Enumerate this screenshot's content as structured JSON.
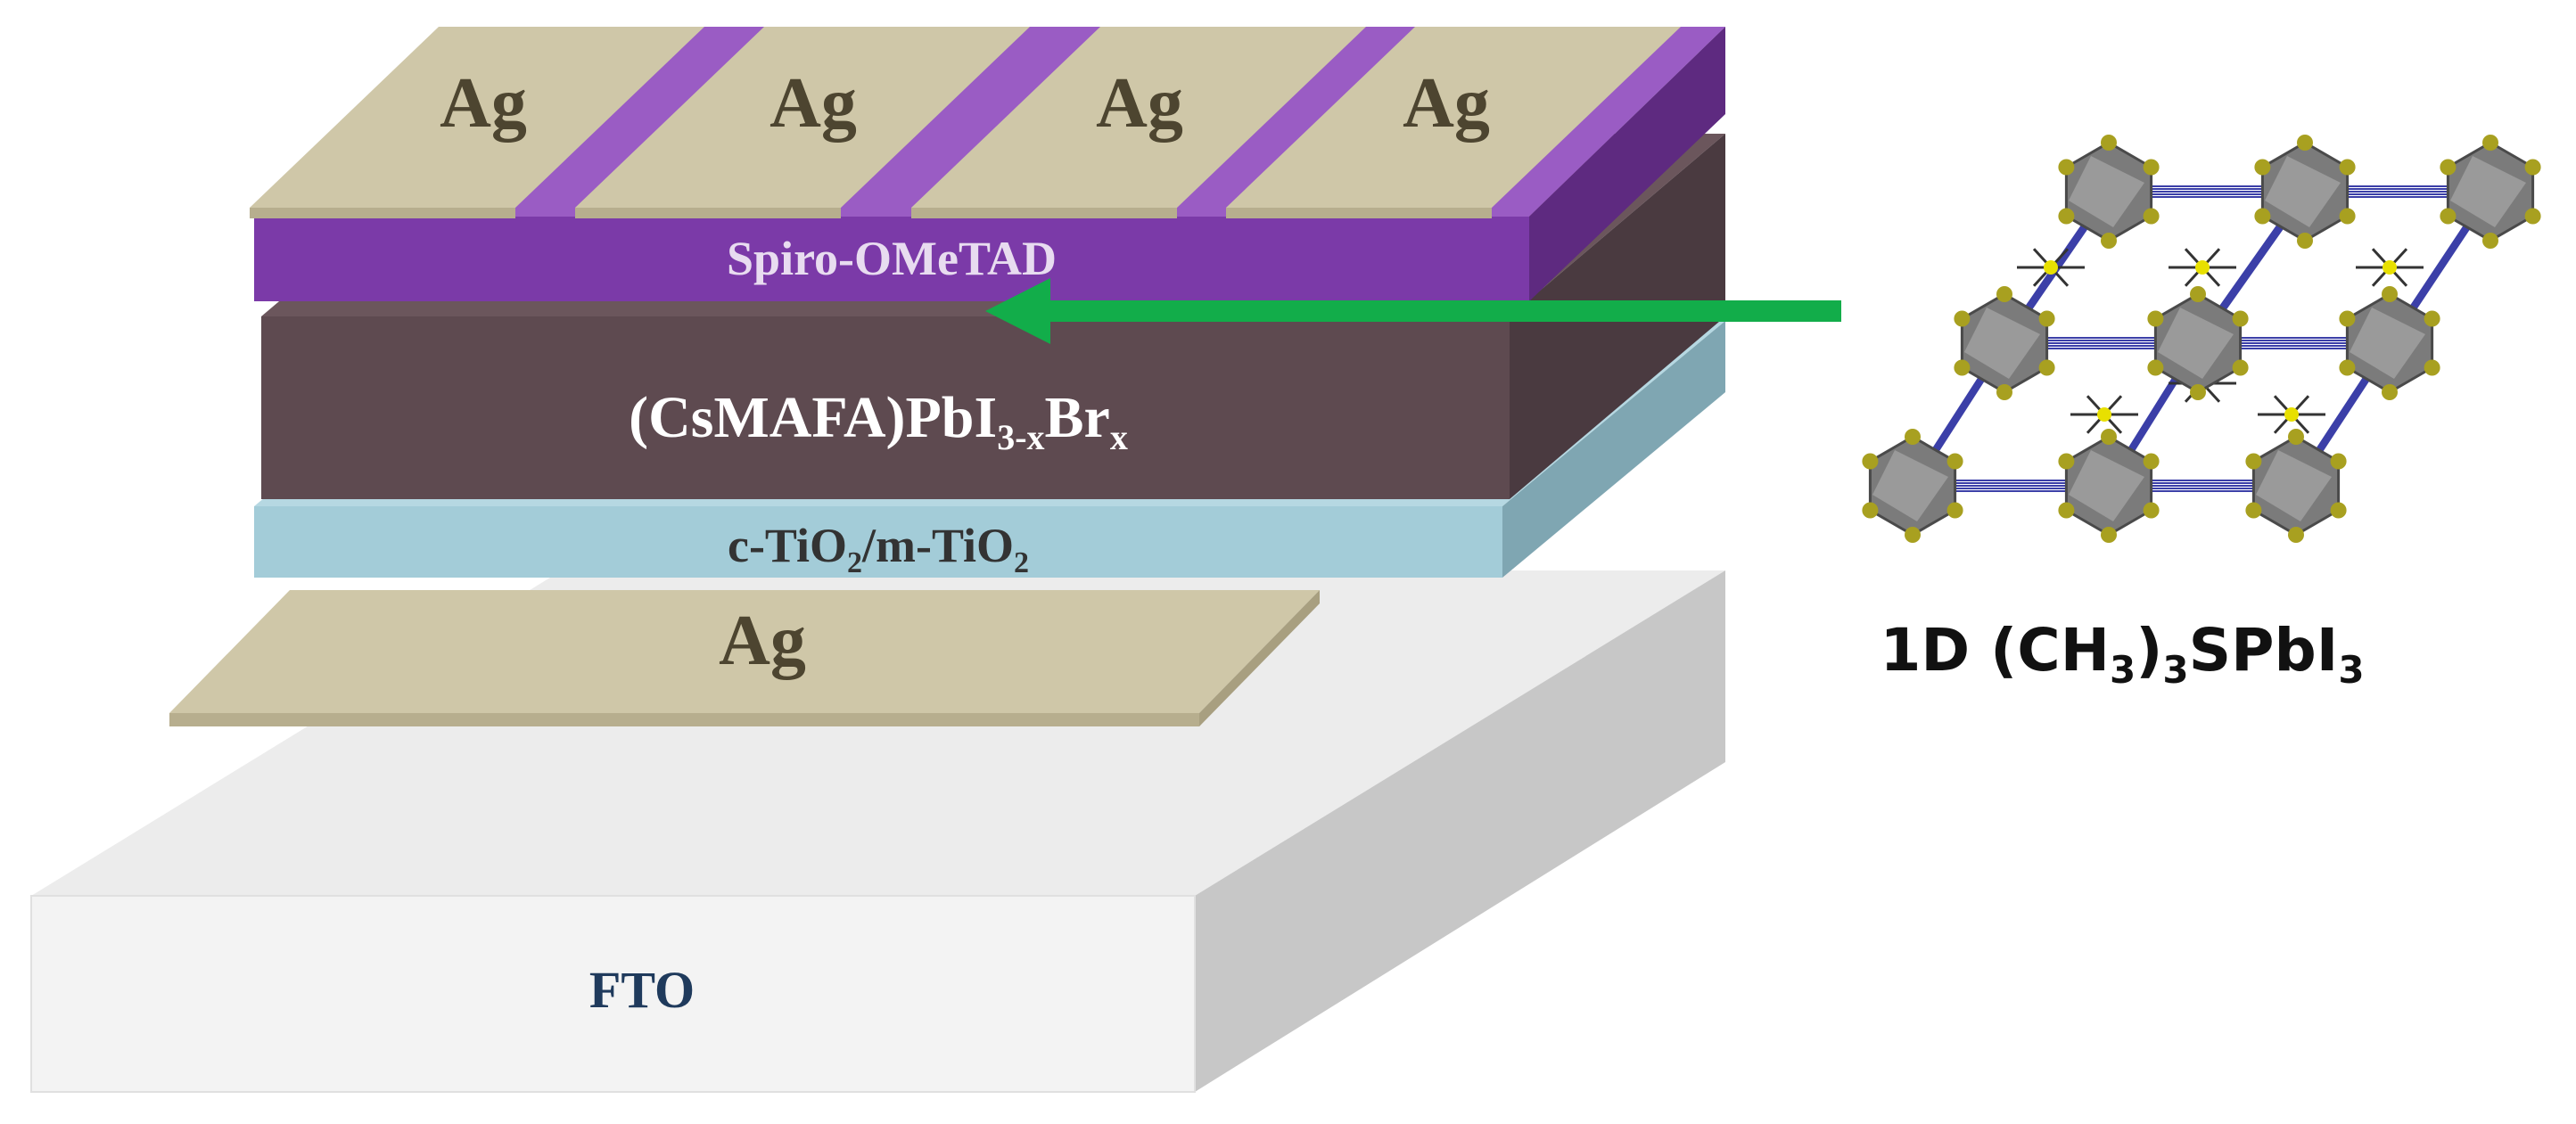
{
  "device": {
    "top_electrodes": [
      "Ag",
      "Ag",
      "Ag",
      "Ag"
    ],
    "htl_label": "Spiro-OMeTAD",
    "perovskite_label": {
      "main": "(CsMAFA)PbI",
      "sub1": "3-x",
      "mid": "Br",
      "sub2": "x"
    },
    "etl_label": {
      "part1": "c-TiO",
      "sub1": "2",
      "part2": "/m-TiO",
      "sub2": "2"
    },
    "bottom_electrode": "Ag",
    "substrate_label": "FTO"
  },
  "crystal_label": {
    "prefix": "1D (CH",
    "sub1": "3",
    "close": ")",
    "sub2": "3",
    "mid": "SPbI",
    "sub3": "3"
  },
  "colors": {
    "silver_top": "#cfc7a8",
    "silver_side": "#a89f80",
    "spiro": "#7b3aa8",
    "spiro_side": "#5e2a80",
    "perovskite": "#5e4a50",
    "perovskite_side": "#4a3a40",
    "tio2": "#a3ccd8",
    "tio2_side": "#7fa6b2",
    "fto_front": "#f3f3f3",
    "fto_top": "#ececec",
    "fto_side": "#c7c7c7",
    "arrow": "#12ad4a",
    "label_dark": "#4d4530",
    "label_white": "#ffffff",
    "fto_text": "#1f3a5c"
  },
  "icons": {
    "arrow": "left-arrow-icon",
    "crystal": "octahedral-lattice-icon"
  }
}
